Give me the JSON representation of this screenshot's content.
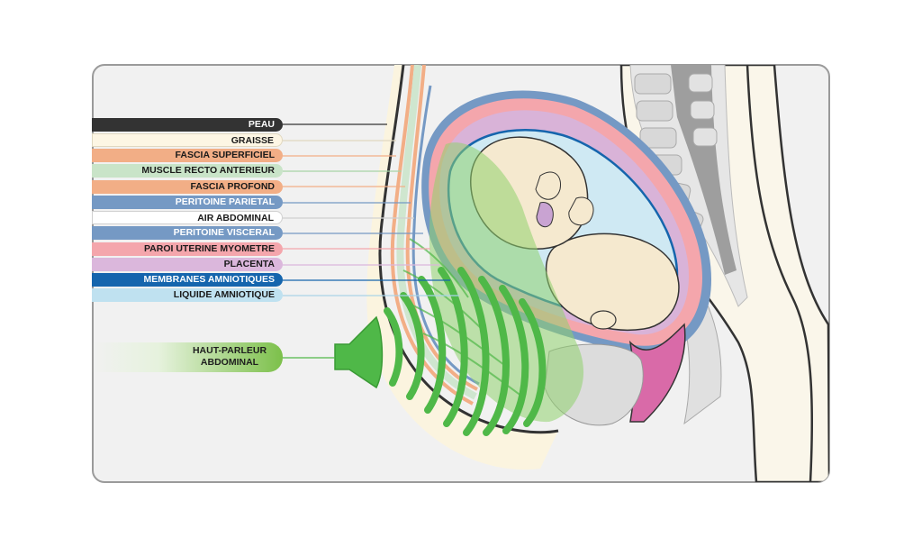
{
  "labels": [
    {
      "id": "peau",
      "text": "PEAU",
      "bg": "#333333",
      "fg": "#ffffff",
      "line": "#333333"
    },
    {
      "id": "graisse",
      "text": "GRAISSE",
      "bg": "#fdf6e4",
      "fg": "#1a1a1a",
      "line": "#e0d8c0"
    },
    {
      "id": "fascia-superficiel",
      "text": "FASCIA SUPERFICIEL",
      "bg": "#f2ae86",
      "fg": "#1a1a1a",
      "line": "#f2ae86"
    },
    {
      "id": "muscle-recto-anterieur",
      "text": "MUSCLE RECTO ANTERIEUR",
      "bg": "#c9e4c8",
      "fg": "#1a1a1a",
      "line": "#a8d4a6"
    },
    {
      "id": "fascia-profond",
      "text": "FASCIA PROFOND",
      "bg": "#f2ae86",
      "fg": "#1a1a1a",
      "line": "#f2ae86"
    },
    {
      "id": "peritoine-parietal",
      "text": "PERITOINE PARIETAL",
      "bg": "#7599c4",
      "fg": "#ffffff",
      "line": "#7599c4"
    },
    {
      "id": "air-abdominal",
      "text": "AIR ABDOMINAL",
      "bg": "#ffffff",
      "fg": "#1a1a1a",
      "line": "#d0d0d0"
    },
    {
      "id": "peritoine-visceral",
      "text": "PERITOINE VISCERAL",
      "bg": "#7599c4",
      "fg": "#ffffff",
      "line": "#7599c4"
    },
    {
      "id": "paroi-uterine-myometre",
      "text": "PAROI UTERINE MYOMETRE",
      "bg": "#f4a6ac",
      "fg": "#1a1a1a",
      "line": "#f4a6ac"
    },
    {
      "id": "placenta",
      "text": "PLACENTA",
      "bg": "#dbb7dc",
      "fg": "#1a1a1a",
      "line": "#dbb7dc"
    },
    {
      "id": "membranes-amniotiques",
      "text": "MEMBRANES AMNIOTIQUES",
      "bg": "#1565ad",
      "fg": "#ffffff",
      "line": "#1565ad"
    },
    {
      "id": "liquide-amniotique",
      "text": "LIQUIDE AMNIOTIQUE",
      "bg": "#bfe1f0",
      "fg": "#1a1a1a",
      "line": "#a9d3e8"
    }
  ],
  "speaker_label": {
    "line1": "HAUT-PARLEUR",
    "line2": "ABDOMINAL"
  },
  "colors": {
    "skin": "#333333",
    "fat": "#fbf4df",
    "muscle": "#cfe6cf",
    "fascia": "#f2ae86",
    "peritoneum": "#7599c4",
    "myometrium": "#f4a6ac",
    "placenta": "#d9b3d8",
    "membranes": "#1565ad",
    "amniotic_fluid": "#cfe9f3",
    "fetus": "#f5e9cf",
    "sound_waves": "#4fb848",
    "background": "#f1f1f1",
    "spine": "#c8c8c8"
  },
  "icons": {
    "speaker": "speaker-icon",
    "sound_waves": "sound-waves-icon"
  }
}
